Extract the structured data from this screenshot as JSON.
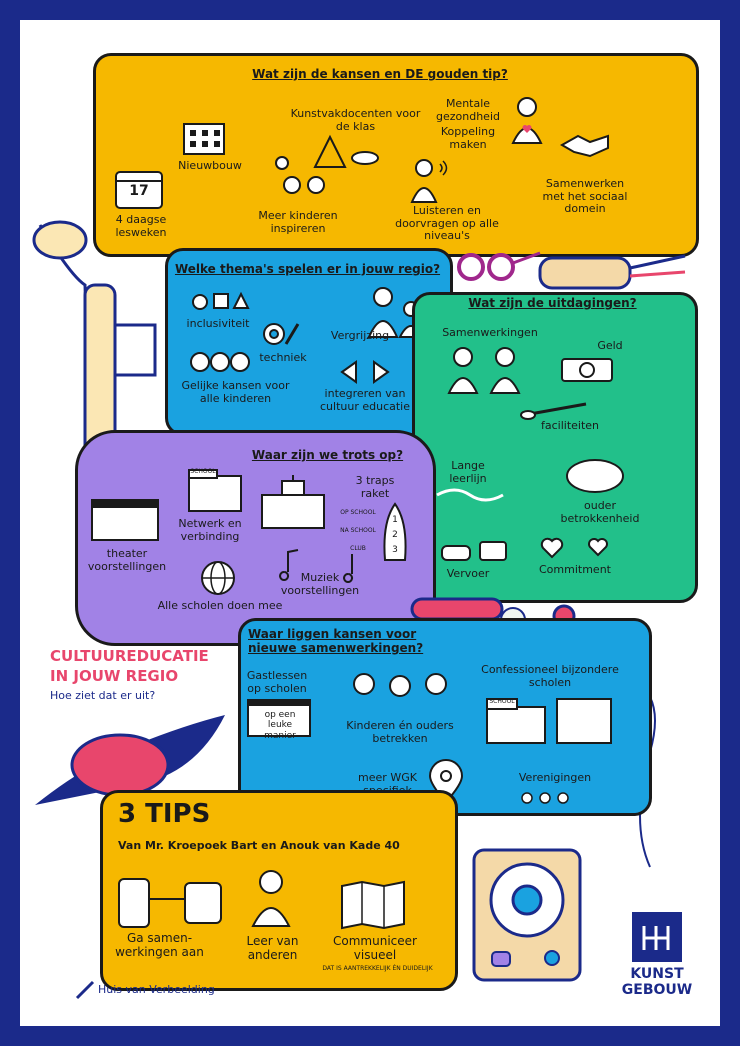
{
  "colors": {
    "frame": "#1b2a8a",
    "yellow": "#f6b800",
    "blue": "#1aa2e0",
    "green": "#22c08a",
    "purple": "#a182e6",
    "pink": "#e8466c",
    "ink": "#1a1a1a"
  },
  "kansen": {
    "title": "Wat zijn de kansen en DE gouden tip?",
    "items": [
      "Nieuwbouw",
      "Kunstvakdocenten voor de klas",
      "Mentale gezondheid",
      "Koppeling maken",
      "Samenwerken met het sociaal domein",
      "4 daagse lesweken",
      "Meer kinderen inspireren",
      "Luisteren en doorvragen op alle niveau's"
    ],
    "calendar_day": "17"
  },
  "themas": {
    "title": "Welke thema's spelen er in jouw regio?",
    "items": [
      "inclusiviteit",
      "techniek",
      "Vergrijzing",
      "Gelijke kansen voor alle kinderen",
      "integreren van cultuur educatie"
    ]
  },
  "uitdagingen": {
    "title": "Wat zijn de uitdagingen?",
    "items": [
      "Samenwerkingen",
      "Geld",
      "faciliteiten",
      "Lange leerlijn",
      "ouder betrokkenheid",
      "Vervoer",
      "Commitment"
    ]
  },
  "trots": {
    "title": "Waar zijn we trots op?",
    "items": [
      "theater voorstellingen",
      "Netwerk en verbinding",
      "3 traps raket",
      "Muziek voorstellingen",
      "Alle scholen doen mee"
    ],
    "rocket_labels": [
      "OP SCHOOL",
      "NA SCHOOL",
      "CLUB"
    ],
    "rocket_nums": [
      "1",
      "2",
      "3"
    ],
    "school_sign": "SCHOOL"
  },
  "nieuw": {
    "title": "Waar liggen kansen voor nieuwe samenwerkingen?",
    "items": [
      "Gastlessen op scholen",
      "op een leuke manier",
      "Kinderen én ouders betrekken",
      "Confessioneel bijzondere scholen",
      "meer WGK specifiek",
      "Verenigingen"
    ],
    "school_sign": "SCHOOL"
  },
  "culture": {
    "line1": "CULTUUREDUCATIE",
    "line2": "IN JOUW REGIO",
    "sub": "Hoe ziet dat er uit?"
  },
  "tips": {
    "title": "3 TIPS",
    "subtitle": "Van Mr. Kroepoek Bart en Anouk van Kade 40",
    "items": [
      "Ga samen- werkingen aan",
      "Leer van anderen",
      "Communiceer visueel"
    ],
    "note": "DAT IS AANTREKKELIJK ÉN DUIDELIJK"
  },
  "credit": "Huis van Verbeelding",
  "logo": {
    "line1": "KUNST",
    "line2": "GEBOUW"
  }
}
